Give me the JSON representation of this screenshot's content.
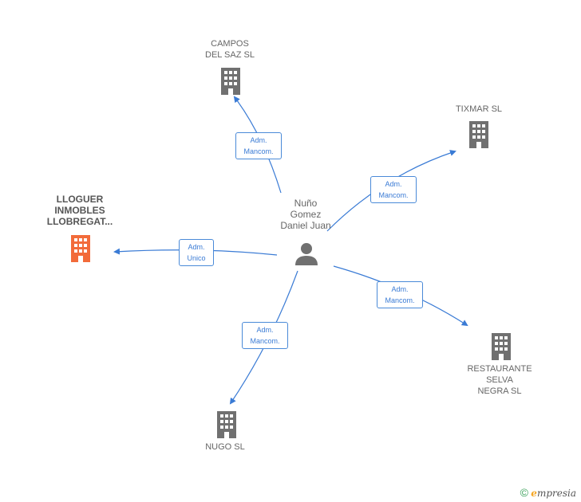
{
  "center": {
    "name_lines": [
      "Nuño",
      "Gomez",
      "Daniel Juan"
    ],
    "icon": "person-icon"
  },
  "companies": [
    {
      "id": "campos",
      "lines": [
        "CAMPOS",
        "DEL SAZ SL"
      ],
      "highlight": false,
      "role_lines": [
        "Adm.",
        "Mancom."
      ]
    },
    {
      "id": "tixmar",
      "lines": [
        "TIXMAR SL"
      ],
      "highlight": false,
      "role_lines": [
        "Adm.",
        "Mancom."
      ]
    },
    {
      "id": "lloguer",
      "lines": [
        "LLOGUER",
        "INMOBLES",
        "LLOBREGAT..."
      ],
      "highlight": true,
      "role_lines": [
        "Adm.",
        "Unico"
      ]
    },
    {
      "id": "restaurante",
      "lines": [
        "RESTAURANTE",
        "SELVA",
        "NEGRA SL"
      ],
      "highlight": false,
      "role_lines": [
        "Adm.",
        "Mancom."
      ]
    },
    {
      "id": "nugo",
      "lines": [
        "NUGO SL"
      ],
      "highlight": false,
      "role_lines": [
        "Adm.",
        "Mancom."
      ]
    }
  ],
  "colors": {
    "edge": "#3a7bd5",
    "building": "#707070",
    "highlight": "#f26b3a"
  },
  "footer": {
    "copyright": "©",
    "brand_initial": "e",
    "brand_rest": "mpresia"
  }
}
